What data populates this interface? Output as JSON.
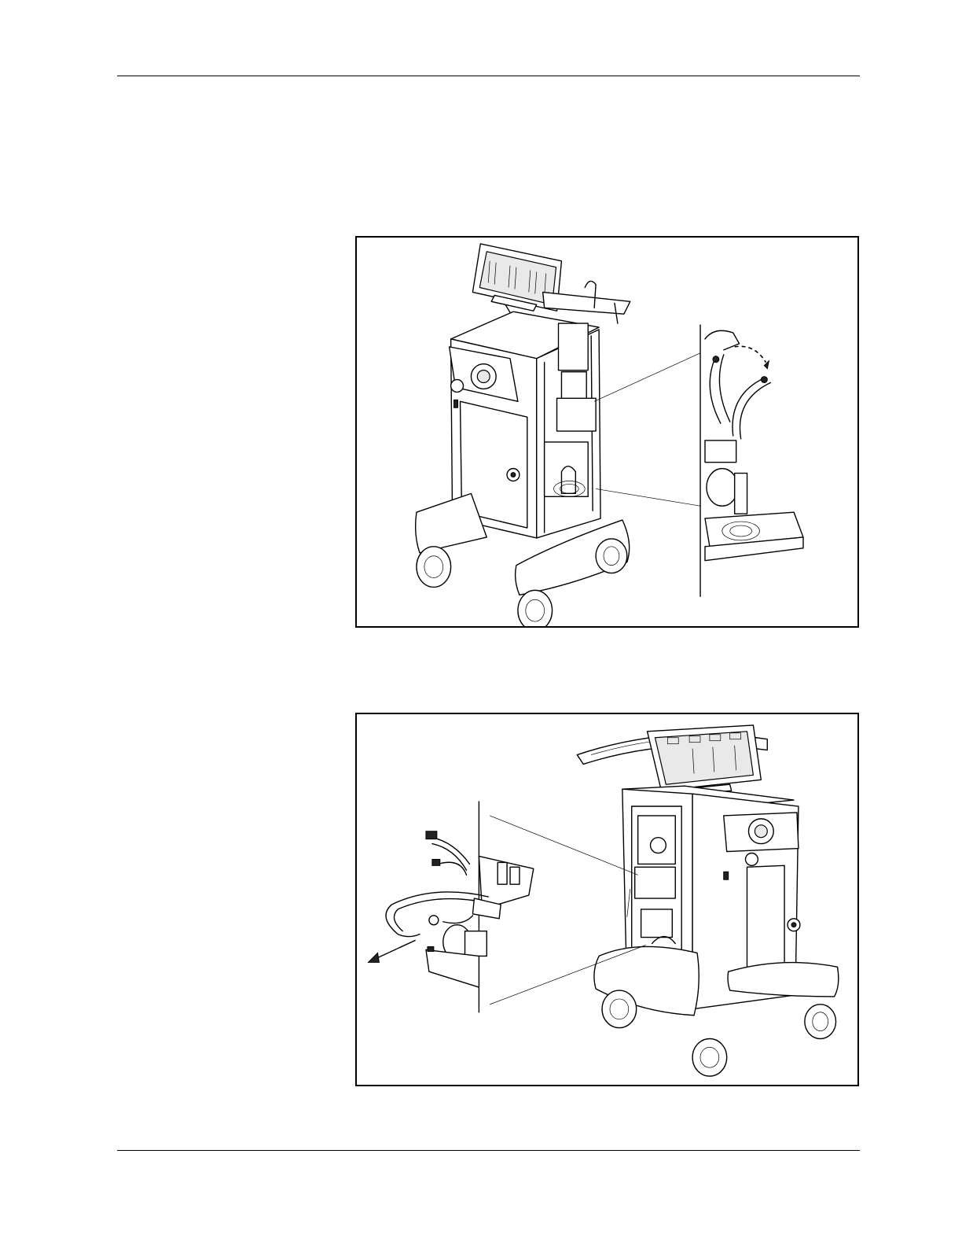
{
  "page": {
    "header_rule": true,
    "footer_rule": true
  },
  "figures": [
    {
      "subject": "pump-cart-with-detail-callout",
      "elements": [
        "cart",
        "display-panel",
        "peristaltic-pump-head",
        "door-knob",
        "casters",
        "detail-inset",
        "leader-lines",
        "dashed-arrow"
      ]
    },
    {
      "subject": "pump-cart-rear-with-component-removal",
      "elements": [
        "cart",
        "display-panel",
        "peristaltic-pump-head",
        "rear-electronics",
        "detail-inset",
        "removal-arrow",
        "casters"
      ]
    }
  ]
}
